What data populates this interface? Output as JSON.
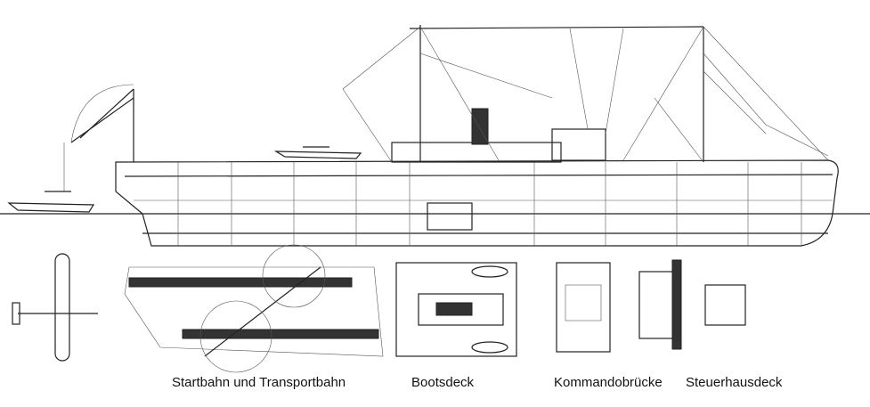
{
  "labels": {
    "runway": "Startbahn und Transportbahn",
    "boat_deck": "Bootsdeck",
    "bridge": "Kommandobrücke",
    "wheelhouse_deck": "Steuerhausdeck"
  }
}
